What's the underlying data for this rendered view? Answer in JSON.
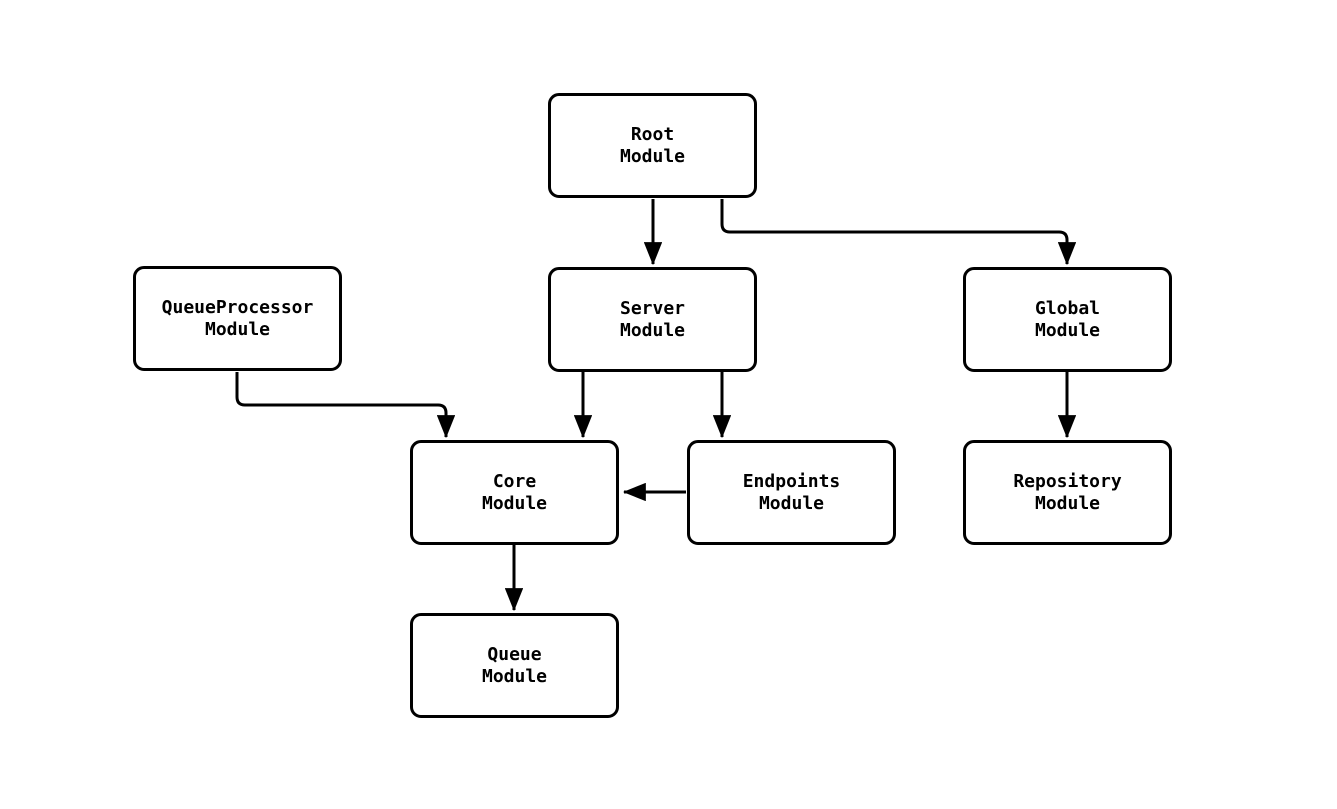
{
  "diagram": {
    "type": "module-dependency-flowchart",
    "colors": {
      "background": "#ffffff",
      "node_fill": "#ffffff",
      "node_border": "#000000",
      "edge": "#000000",
      "text": "#000000"
    },
    "nodes": {
      "root": {
        "label": "Root\nModule"
      },
      "queueprocessor": {
        "label": "QueueProcessor\nModule"
      },
      "server": {
        "label": "Server\nModule"
      },
      "global": {
        "label": "Global\nModule"
      },
      "core": {
        "label": "Core\nModule"
      },
      "endpoints": {
        "label": "Endpoints\nModule"
      },
      "repository": {
        "label": "Repository\nModule"
      },
      "queue": {
        "label": "Queue\nModule"
      }
    },
    "edges": [
      {
        "from": "Root Module",
        "to": "Server Module"
      },
      {
        "from": "Root Module",
        "to": "Global Module"
      },
      {
        "from": "QueueProcessor Module",
        "to": "Core Module"
      },
      {
        "from": "Server Module",
        "to": "Core Module"
      },
      {
        "from": "Server Module",
        "to": "Endpoints Module"
      },
      {
        "from": "Endpoints Module",
        "to": "Core Module"
      },
      {
        "from": "Global Module",
        "to": "Repository Module"
      },
      {
        "from": "Core Module",
        "to": "Queue Module"
      }
    ]
  }
}
